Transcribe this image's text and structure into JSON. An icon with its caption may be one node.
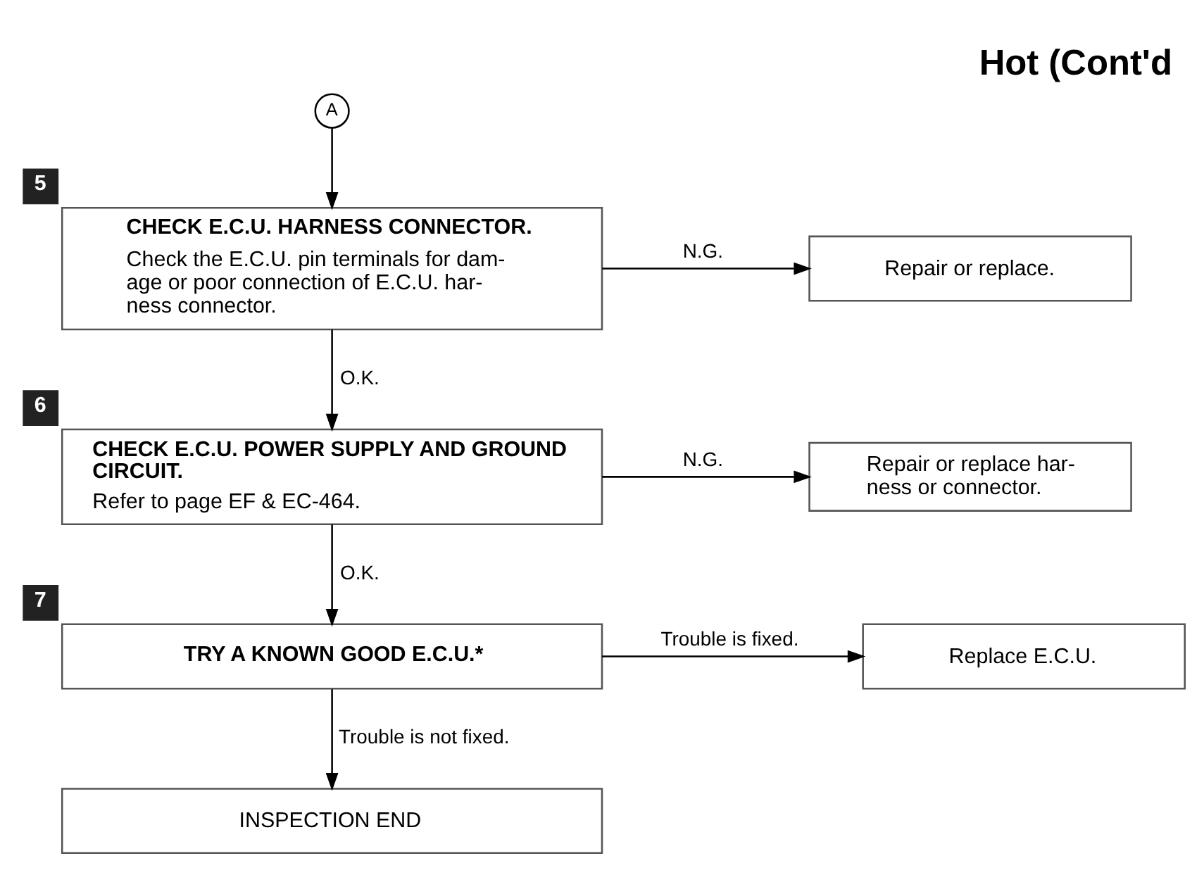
{
  "diagram": {
    "title": "Hot (Cont'd",
    "nodes": [
      {
        "text": [
          "A"
        ]
      },
      {
        "text": [
          "CHECK E.C.U. HARNESS CONNECTOR.",
          "Check the E.C.U. pin terminals for dam- age or poor connection of E.C.U. har- ness connector."
        ],
        "beside": [
          "5"
        ]
      },
      {
        "text": [
          "Repair or replace."
        ]
      },
      {
        "text": [
          "CHECK E.C.U. POWER SUPPLY AND GROUND CIRCUIT.",
          "Refer to page EF & EC-464."
        ],
        "beside": [
          "6"
        ]
      },
      {
        "text": [
          "Repair or replace har- ness or connector."
        ]
      },
      {
        "text": [
          "TRY A KNOWN GOOD E.C.U.*"
        ],
        "beside": [
          "7"
        ]
      },
      {
        "text": [
          "Replace E.C.U."
        ]
      },
      {
        "text": [
          "INSPECTION END"
        ]
      }
    ],
    "edges": [
      {
        "from": 0,
        "to": 1,
        "arrow": "to"
      },
      {
        "from": 1,
        "to": 2,
        "arrow": "to",
        "label": "N.G."
      },
      {
        "from": 1,
        "to": 3,
        "arrow": "to",
        "label": "O.K."
      },
      {
        "from": 3,
        "to": 4,
        "arrow": "to",
        "label": "N.G."
      },
      {
        "from": 3,
        "to": 5,
        "arrow": "to",
        "label": "O.K."
      },
      {
        "from": 5,
        "to": 6,
        "arrow": "to",
        "label": "Trouble is fixed."
      },
      {
        "from": 5,
        "to": 7,
        "arrow": "to",
        "label": "Trouble is not fixed."
      }
    ]
  }
}
